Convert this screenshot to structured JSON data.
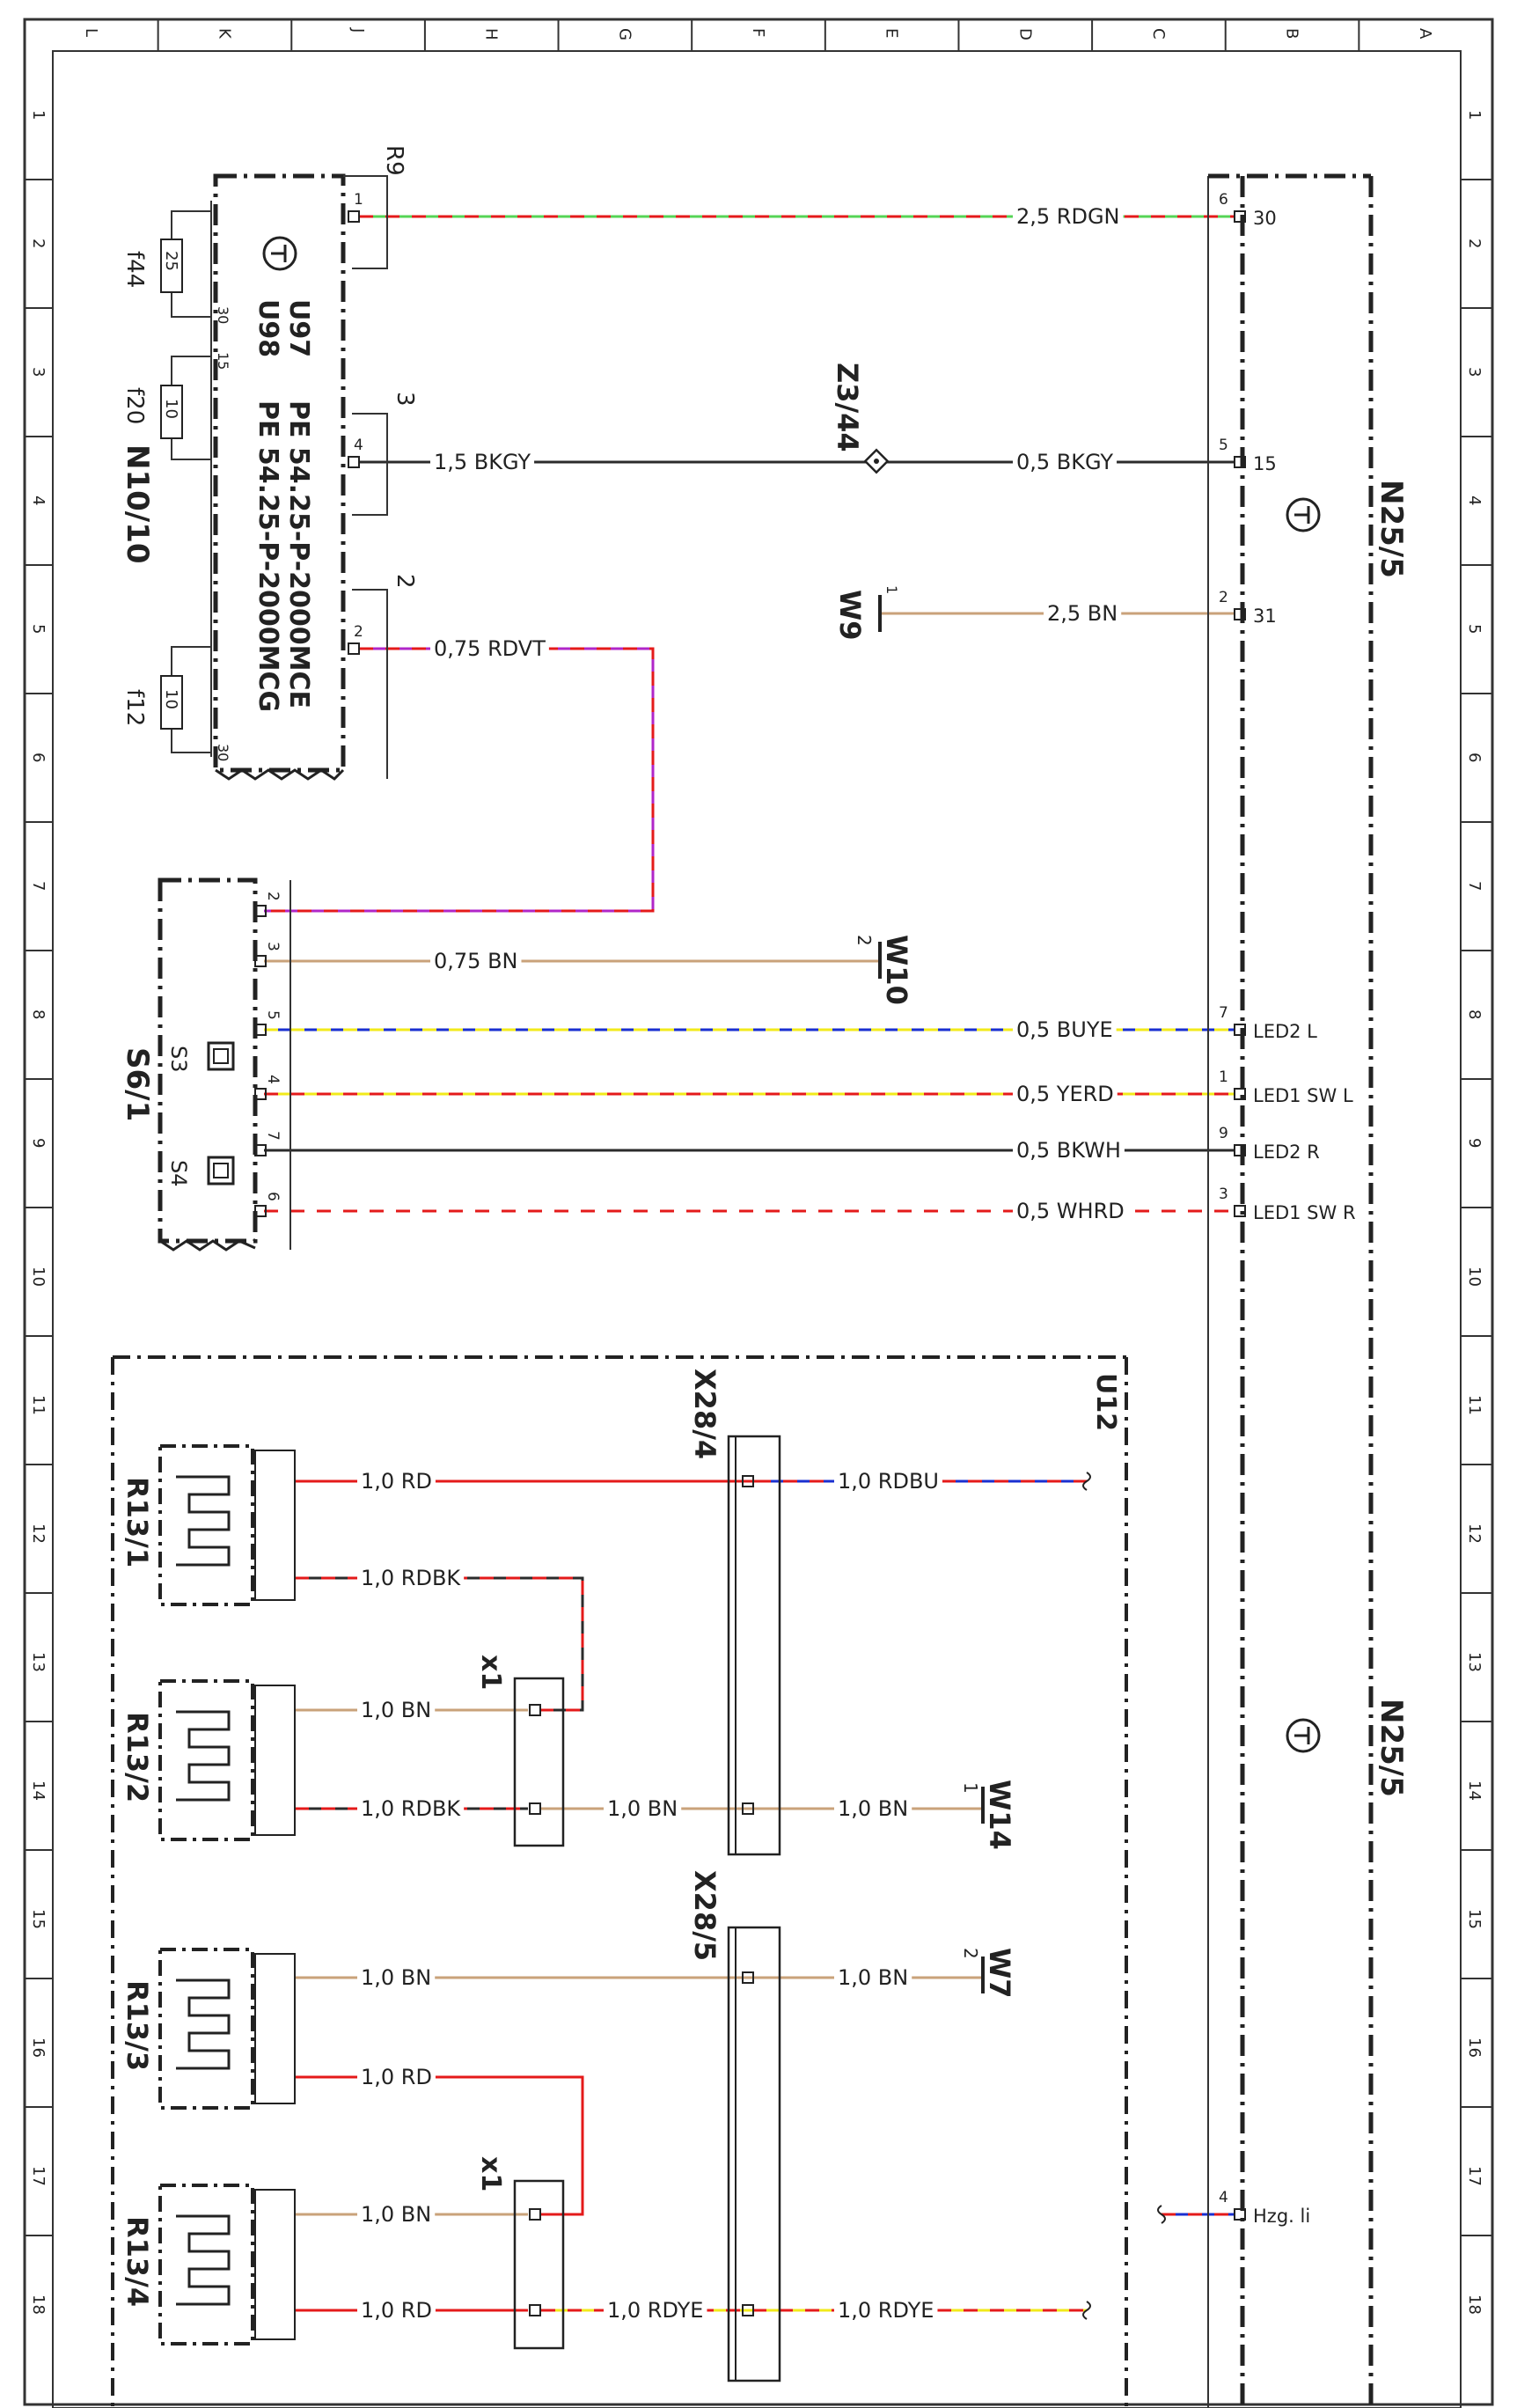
{
  "sheet": {
    "column_letters": [
      "L",
      "K",
      "J",
      "H",
      "G",
      "F",
      "E",
      "D",
      "C",
      "B",
      "A"
    ],
    "row_numbers": [
      "1",
      "2",
      "3",
      "4",
      "5",
      "6",
      "7",
      "8",
      "9",
      "10",
      "11",
      "12",
      "13",
      "14",
      "15",
      "16",
      "17",
      "18"
    ]
  },
  "components": {
    "n10": {
      "label": "N10/10",
      "line_u97": "U97",
      "line_u98": "U98",
      "line_pe1": "PE 54.25-P-2000MCE",
      "line_pe2": "PE 54.25-P-2000MCG",
      "ref_r9": "R9",
      "pin_3": "3",
      "pin_2": "2",
      "fuses": [
        {
          "label": "f44",
          "value": "25",
          "pin": "30"
        },
        {
          "label": "f20",
          "value": "10",
          "pin": "15"
        },
        {
          "label": "f12",
          "value": "10",
          "pin": "30"
        }
      ]
    },
    "n25_top": {
      "label": "N25/5"
    },
    "n25_bottom": {
      "label": "N25/5"
    },
    "s6": {
      "label": "S6/1",
      "switch_a": "S3",
      "switch_b": "S4"
    },
    "z3": {
      "label": "Z3/44"
    },
    "grounds": {
      "w9": "W9",
      "w10": "W10",
      "w14": "W14",
      "w7": "W7"
    },
    "u12": {
      "label": "U12"
    },
    "x28_4": {
      "label": "X28/4"
    },
    "x28_5": {
      "label": "X28/5"
    },
    "x1_a": {
      "label": "x1"
    },
    "x1_b": {
      "label": "x1"
    },
    "heaters": [
      "R13/1",
      "R13/2",
      "R13/3",
      "R13/4"
    ]
  },
  "wires": {
    "rdgn": "2,5 RDGN",
    "bkgy_l": "1,5 BKGY",
    "bkgy_r": "0,5 BKGY",
    "bn_w9": "2,5 BN",
    "rdvt": "0,75 RDVT",
    "bn_w10": "0,75 BN",
    "buye": "0,5 BUYE",
    "yerd": "0,5 YERD",
    "bkwh": "0,5 BKWH",
    "whrd": "0,5 WHRD",
    "r131_rd": "1,0 RD",
    "r131_rdbu": "1,0 RDBU",
    "r131_rdbk": "1,0 RDBK",
    "r132_bn": "1,0 BN",
    "r132_rdbk": "1,0 RDBK",
    "x1_bn": "1,0 BN",
    "w14_bn": "1,0 BN",
    "r133_bn": "1,0 BN",
    "w7_bn": "1,0 BN",
    "r133_rd": "1,0 RD",
    "r134_bn": "1,0 BN",
    "r134_rd": "1,0 RD",
    "x1_rdye": "1,0 RDYE",
    "out_rdye": "1,0 RDYE"
  },
  "n25_pins": {
    "p30": {
      "num": "6",
      "name": "30"
    },
    "p15": {
      "num": "5",
      "name": "15"
    },
    "p31": {
      "num": "2",
      "name": "31"
    },
    "led2l": {
      "num": "7",
      "name": "LED2 L"
    },
    "led1swl": {
      "num": "1",
      "name": "LED1 SW L"
    },
    "led2r": {
      "num": "9",
      "name": "LED2 R"
    },
    "led1swr": {
      "num": "3",
      "name": "LED1 SW R"
    },
    "hzg": {
      "num": "4",
      "name": "Hzg. li"
    }
  },
  "n10_pins": {
    "r9": "1",
    "p15": "4",
    "p30": "2"
  },
  "s6_pins": [
    "2",
    "3",
    "5",
    "4",
    "7",
    "6"
  ],
  "colors": {
    "red": "#e41a1a",
    "green": "#55d455",
    "black": "#2b2b2b",
    "brown": "#c9a27a",
    "violet": "#b026c8",
    "blue": "#1a2fd0",
    "yellow": "#f2ea1a",
    "white": "#ffffff"
  }
}
